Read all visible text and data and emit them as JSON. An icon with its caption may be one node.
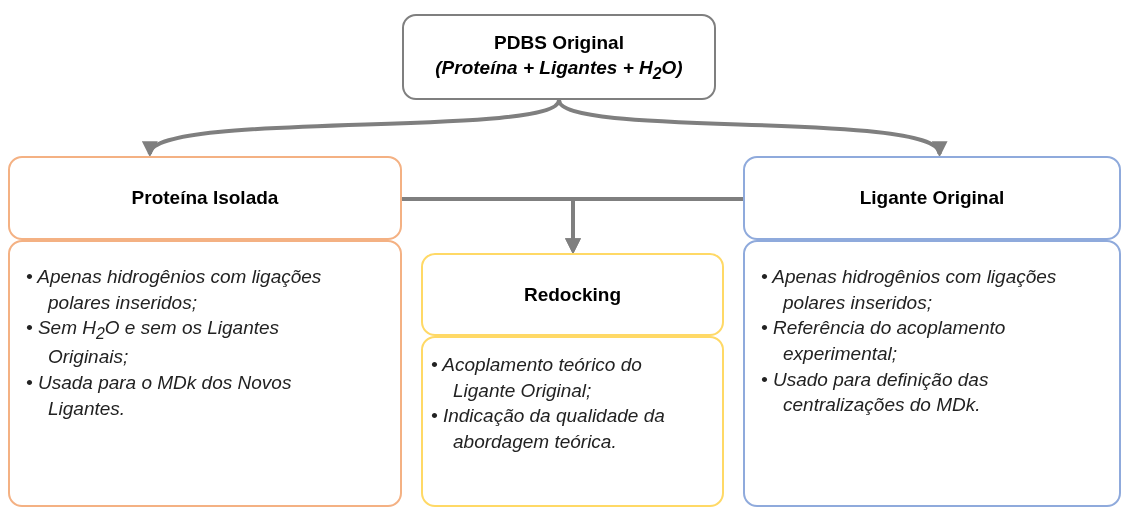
{
  "diagram": {
    "nodes": [
      {
        "text": [
          "PDBS Original",
          "(Proteína + Ligantes + H$_{2}$O)"
        ]
      },
      {
        "text": [
          "Proteína Isolada"
        ]
      },
      {
        "text": [
          "• Apenas hidrogênios com ligações polares inseridos;",
          "• Sem H$_{2}$O e sem os Ligantes Originais;",
          "• Usada para o MDk dos Novos Ligantes."
        ]
      },
      {
        "text": [
          "Redocking"
        ]
      },
      {
        "text": [
          "• Acoplamento teórico do Ligante Original;",
          "• Indicação da qualidade da abordagem teórica."
        ]
      },
      {
        "text": [
          "Ligante Original"
        ]
      },
      {
        "text": [
          "• Apenas hidrogênios com ligações polares inseridos;",
          "• Referência do acoplamento experimental;",
          "• Usado para definição das centralizações do MDk."
        ]
      }
    ],
    "edges": [
      {
        "from": 0,
        "to": 1,
        "arrow": "to"
      },
      {
        "from": 0,
        "to": 5,
        "arrow": "to"
      },
      {
        "from": 1,
        "to": 3,
        "arrow": "to"
      },
      {
        "from": 5,
        "to": 3,
        "arrow": "to"
      }
    ]
  }
}
